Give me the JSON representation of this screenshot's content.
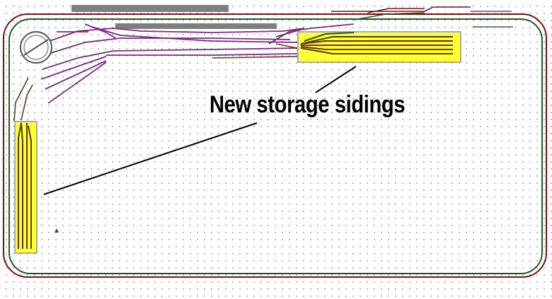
{
  "annotation": {
    "text": "New storage sidings"
  },
  "colors": {
    "outer_loop": "#7a1010",
    "inner_loop": "#1c5a1c",
    "yard_tracks": "#7a2a7a",
    "storage_tracks": "#5a3a10",
    "highlight_fill": "#ffff33",
    "highlight_border": "#aaaaaa",
    "platform": "#7f7f7f",
    "leader_line": "#000000"
  },
  "icons": {
    "turntable": "turntable-icon"
  },
  "highlights": [
    {
      "id": "storage-sidings-top"
    },
    {
      "id": "storage-sidings-left"
    }
  ]
}
